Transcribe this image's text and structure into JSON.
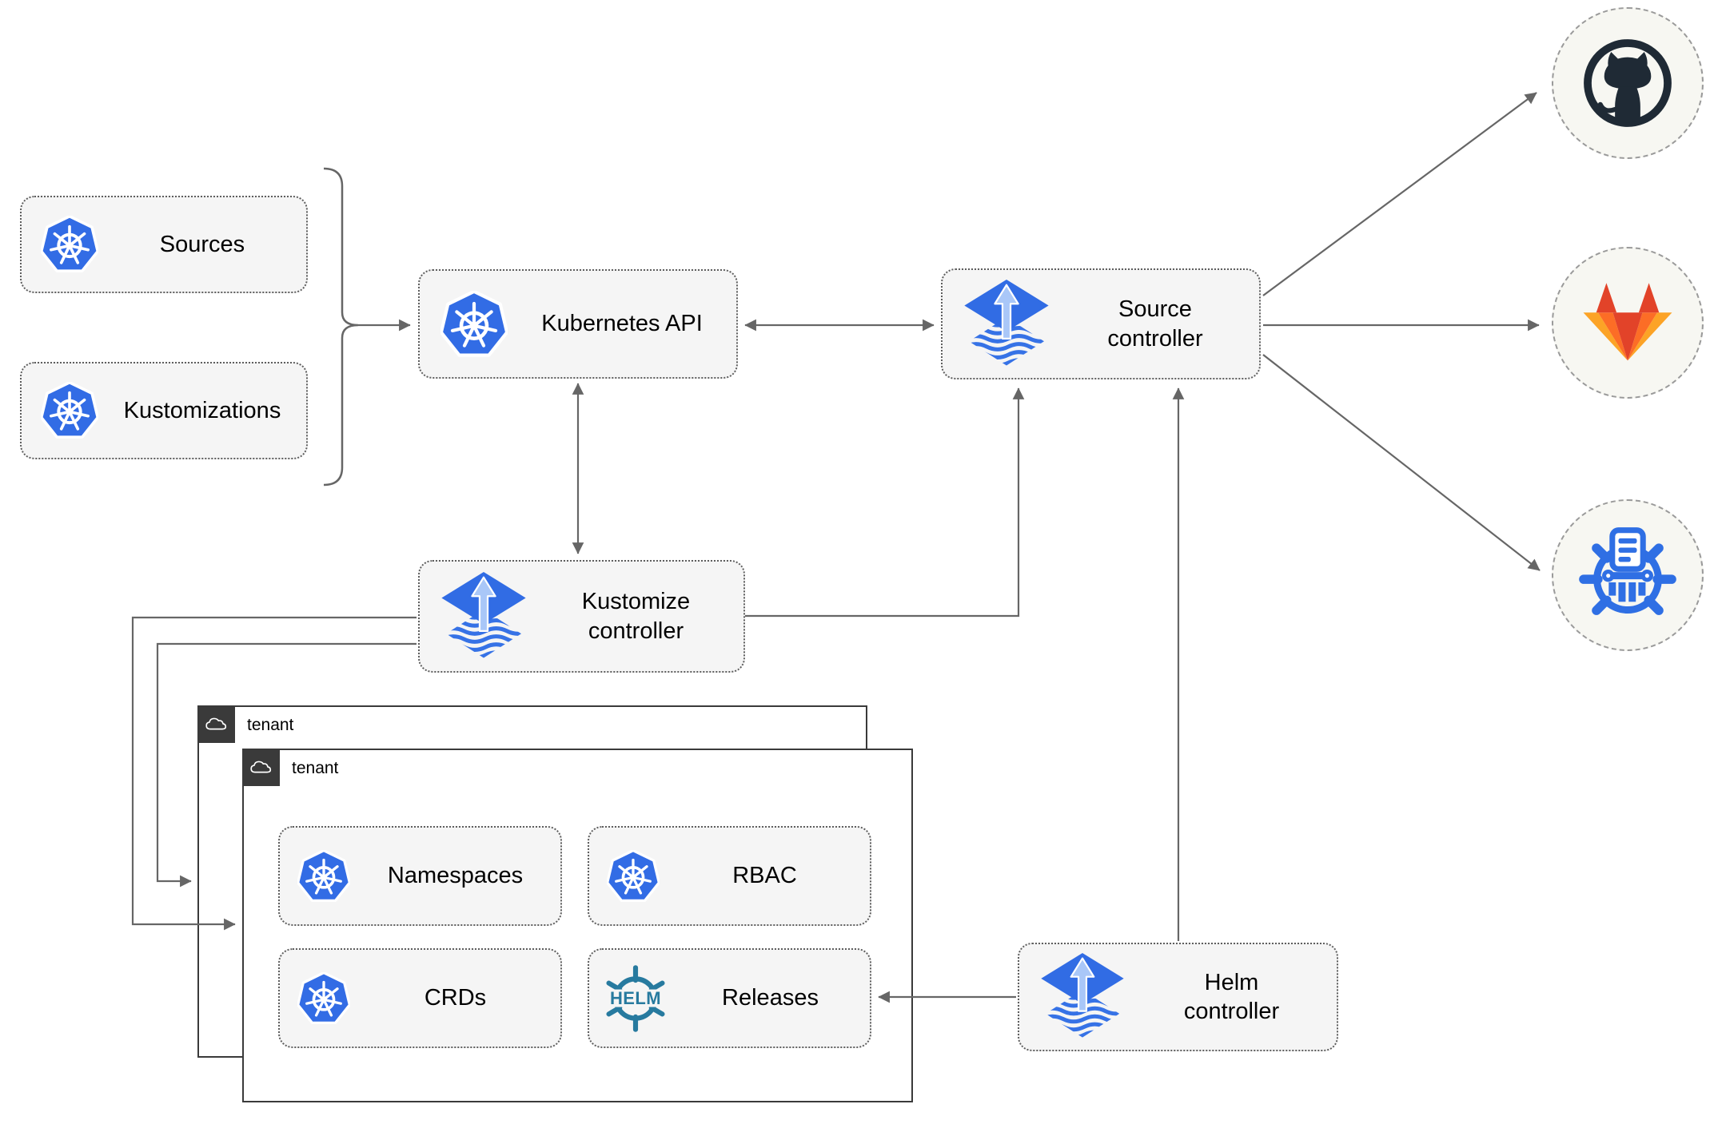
{
  "nodes": {
    "sources": {
      "label": "Sources",
      "icon": "kubernetes-icon"
    },
    "kustomizations": {
      "label": "Kustomizations",
      "icon": "kubernetes-icon"
    },
    "kubernetes_api": {
      "label": "Kubernetes API",
      "icon": "kubernetes-icon"
    },
    "source_controller": {
      "label": "Source controller",
      "icon": "flux-icon"
    },
    "kustomize_controller": {
      "label": "Kustomize controller",
      "icon": "flux-icon"
    },
    "helm_controller": {
      "label": "Helm controller",
      "icon": "flux-icon"
    },
    "namespaces": {
      "label": "Namespaces",
      "icon": "kubernetes-icon"
    },
    "rbac": {
      "label": "RBAC",
      "icon": "kubernetes-icon"
    },
    "crds": {
      "label": "CRDs",
      "icon": "kubernetes-icon"
    },
    "releases": {
      "label": "Releases",
      "icon": "helm-wheel-icon",
      "icon_text": "HELM"
    }
  },
  "containers": {
    "tenant_back": {
      "label": "tenant",
      "icon": "cloud-icon"
    },
    "tenant_front": {
      "label": "tenant",
      "icon": "cloud-icon"
    }
  },
  "remotes": {
    "github": {
      "icon": "github-icon"
    },
    "gitlab": {
      "icon": "gitlab-icon"
    },
    "helm_repository": {
      "icon": "chartmuseum-icon"
    }
  },
  "colors": {
    "kubernetes_blue": "#326CE5",
    "flux_blue": "#316CE4",
    "flux_arrow_light_blue": "#A9C7F8",
    "helm_teal": "#277A9F",
    "github_dark": "#1F2A35",
    "gitlab_dark_orange": "#E24329",
    "gitlab_orange": "#FC6D26",
    "gitlab_light_orange": "#FCA326",
    "chartmuseum_blue": "#2F6FE4",
    "node_fill": "#F5F5F5",
    "node_border": "#5E5E5E",
    "tenant_border": "#3A3A3A",
    "arrow_gray": "#666666",
    "remote_circle_fill": "#F7F7F2"
  }
}
